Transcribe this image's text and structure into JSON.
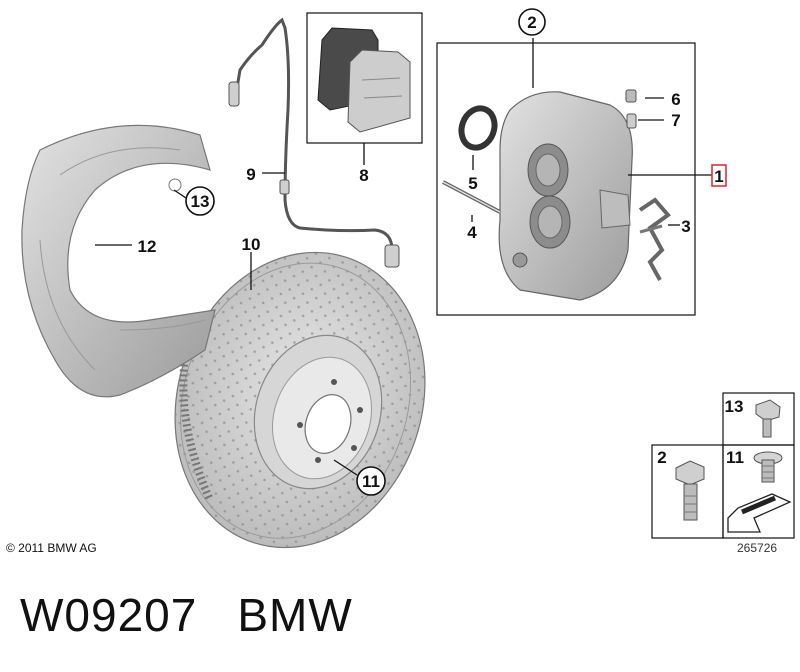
{
  "diagram": {
    "callouts": {
      "p1": "1",
      "p2": "2",
      "p3": "3",
      "p4": "4",
      "p5": "5",
      "p6": "6",
      "p7": "7",
      "p8": "8",
      "p9": "9",
      "p10": "10",
      "p11": "11",
      "p12": "12",
      "p13": "13"
    },
    "hardware_legend": {
      "p13": "13",
      "p11": "11",
      "p2": "2"
    },
    "copyright": "© 2011 BMW AG",
    "image_number": "265726"
  },
  "footer": {
    "part_code": "W09207",
    "brand": "BMW"
  },
  "colors": {
    "part_gray": "#c8c8c8",
    "dark_gray": "#5a5a5a",
    "highlight": "#d9343a"
  }
}
